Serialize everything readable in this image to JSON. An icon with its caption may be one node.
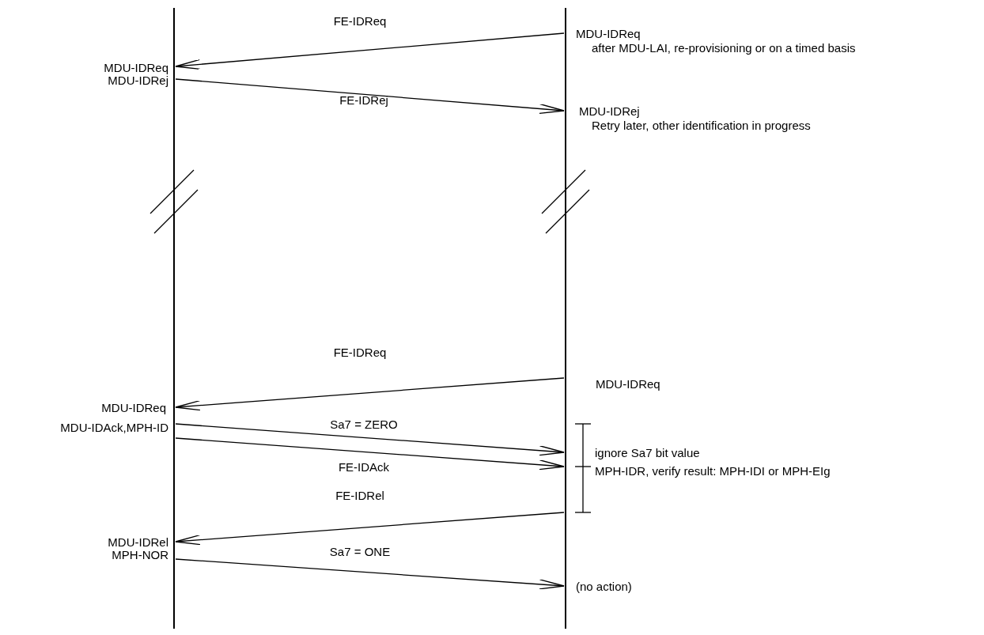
{
  "diagram": {
    "nodes": [
      {
        "text": [],
        "shape": "line"
      },
      {
        "text": [],
        "shape": "line"
      }
    ],
    "edges": [
      {
        "from": 1,
        "to": 0,
        "arrow": "to",
        "label": "FE-IDReq"
      },
      {
        "from": 0,
        "to": 1,
        "arrow": "to",
        "label": "FE-IDRej"
      },
      {
        "from": 1,
        "to": 0,
        "arrow": "to",
        "label": "FE-IDReq"
      },
      {
        "from": 0,
        "to": 1,
        "arrow": "to",
        "label": "Sa7 = ZERO"
      },
      {
        "from": 0,
        "to": 1,
        "arrow": "to",
        "label": "FE-IDAck"
      },
      {
        "from": 1,
        "to": 0,
        "arrow": "to",
        "label": "FE-IDRel"
      },
      {
        "from": 0,
        "to": 1,
        "arrow": "to",
        "label": "Sa7 = ONE"
      }
    ],
    "labels": [
      "MDU-IDReq",
      "after MDU-LAI, re-provisioning or on a timed basis",
      "MDU-IDReq",
      "MDU-IDRej",
      "MDU-IDRej",
      "Retry later, other identification in progress",
      "MDU-IDReq",
      "MDU-IDReq",
      "MDU-IDAck,MPH-ID",
      "ignore Sa7 bit value",
      "MPH-IDR, verify result: MPH-IDI or MPH-EIg",
      "MDU-IDRel",
      "MPH-NOR",
      "(no action)"
    ]
  }
}
